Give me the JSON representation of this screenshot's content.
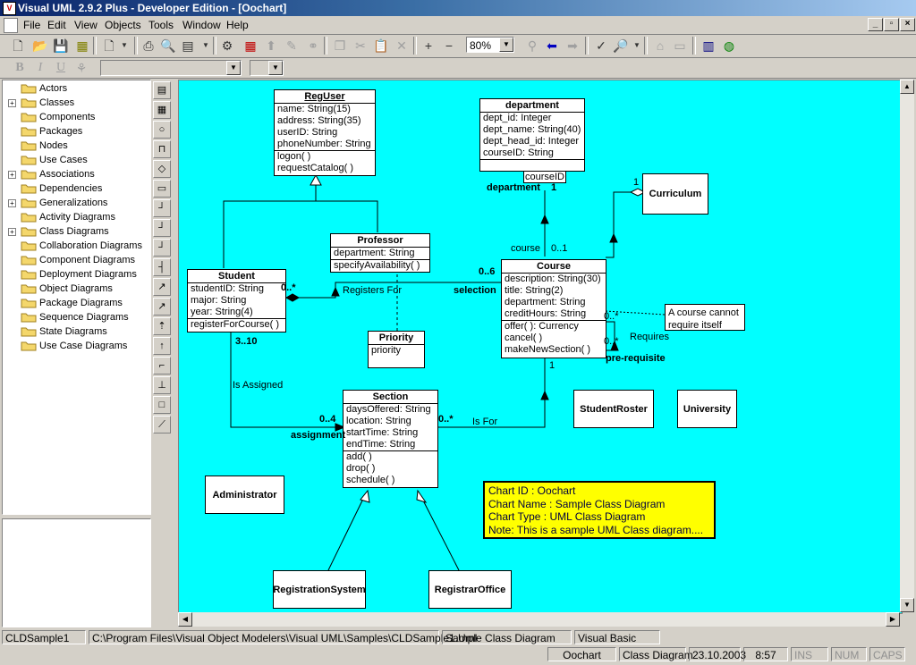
{
  "window": {
    "title": "Visual UML 2.9.2 Plus - Developer Edition - [Oochart]"
  },
  "menu": [
    "File",
    "Edit",
    "View",
    "Objects",
    "Tools",
    "Window",
    "Help"
  ],
  "toolbar": {
    "zoom": "80%"
  },
  "tree": {
    "items": [
      {
        "label": "Actors",
        "expandable": false
      },
      {
        "label": "Classes",
        "expandable": true
      },
      {
        "label": "Components",
        "expandable": false
      },
      {
        "label": "Packages",
        "expandable": false
      },
      {
        "label": "Nodes",
        "expandable": false
      },
      {
        "label": "Use Cases",
        "expandable": false
      },
      {
        "label": "Associations",
        "expandable": true
      },
      {
        "label": "Dependencies",
        "expandable": false
      },
      {
        "label": "Generalizations",
        "expandable": true
      },
      {
        "label": "Activity Diagrams",
        "expandable": false
      },
      {
        "label": "Class Diagrams",
        "expandable": true
      },
      {
        "label": "Collaboration Diagrams",
        "expandable": false
      },
      {
        "label": "Component Diagrams",
        "expandable": false
      },
      {
        "label": "Deployment Diagrams",
        "expandable": false
      },
      {
        "label": "Object Diagrams",
        "expandable": false
      },
      {
        "label": "Package Diagrams",
        "expandable": false
      },
      {
        "label": "Sequence Diagrams",
        "expandable": false
      },
      {
        "label": "State Diagrams",
        "expandable": false
      },
      {
        "label": "Use Case Diagrams",
        "expandable": false
      }
    ]
  },
  "diagram": {
    "reguser": {
      "name": "RegUser",
      "attributes": [
        "name: String(15)",
        "address: String(35)",
        "userID: String",
        "phoneNumber: String"
      ],
      "operations": [
        "logon( )",
        "requestCatalog( )"
      ]
    },
    "department": {
      "name": "department",
      "attributes": [
        "dept_id: Integer",
        "dept_name: String(40)",
        "dept_head_id: Integer",
        "courseID: String"
      ],
      "qualifier": "courseID"
    },
    "professor": {
      "name": "Professor",
      "attributes": [
        "department: String"
      ],
      "operations": [
        "specifyAvailability( )"
      ]
    },
    "student": {
      "name": "Student",
      "attributes": [
        "studentID: String",
        "major: String",
        "year: String(4)"
      ],
      "operations": [
        "registerForCourse( )"
      ]
    },
    "course": {
      "name": "Course",
      "attributes": [
        "description: String(30)",
        "title: String(2)",
        "department: String",
        "creditHours: String"
      ],
      "operations": [
        "offer( ): Currency",
        "cancel( )",
        "makeNewSection( )"
      ]
    },
    "priority": {
      "name": "Priority",
      "attributes": [
        "priority"
      ]
    },
    "section": {
      "name": "Section",
      "attributes": [
        "daysOffered: String",
        "location: String",
        "startTime: String",
        "endTime: String"
      ],
      "operations": [
        "add( )",
        "drop( )",
        "schedule( )"
      ]
    },
    "simple": {
      "curriculum": "Curriculum",
      "studentroster": "StudentRoster",
      "university": "University",
      "administrator": "Administrator",
      "registrationsystem": "RegistrationSystem",
      "registraroffice": "RegistrarOffice"
    },
    "labels": {
      "department_role": "department",
      "department_mult": "1",
      "course_role": "course",
      "course_mult": "0..1",
      "curriculum_mult": "1",
      "student_mult": "0..*",
      "course_mult_06": "0..6",
      "registers_for": "Registers For",
      "selection": "selection",
      "student_310": "3..10",
      "is_assigned": "Is Assigned",
      "section_04": "0..4",
      "assignment": "assignment",
      "section_0star": "0..*",
      "is_for": "Is For",
      "course_1": "1",
      "requires": "Requires",
      "prereq_0star_a": "0..*",
      "prereq_0star_b": "0..*",
      "prerequisite": "pre-requisite"
    },
    "note": [
      "A course cannot",
      "require itself"
    ],
    "info": [
      "Chart ID : Oochart",
      "Chart Name : Sample Class Diagram",
      "Chart Type : UML Class Diagram",
      "Note: This is a sample UML Class diagram...."
    ]
  },
  "status": {
    "file": "CLDSample1",
    "path": "C:\\Program Files\\Visual Object Modelers\\Visual UML\\Samples\\CLDSample1.Uml",
    "diagram": "Sample Class Diagram",
    "language": "Visual Basic",
    "chart": "Oochart",
    "type": "Class Diagram",
    "date": "23.10.2003",
    "time": "8:57",
    "ins": "INS",
    "num": "NUM",
    "caps": "CAPS"
  }
}
